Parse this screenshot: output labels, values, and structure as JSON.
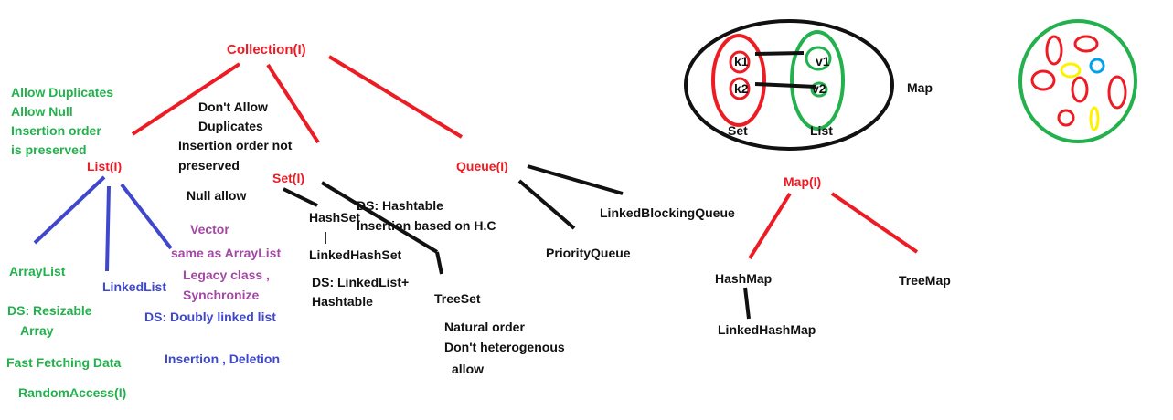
{
  "colors": {
    "red": "#ed1c24",
    "green": "#22b14c",
    "blue": "#3f48cc",
    "purple": "#a349a4",
    "black": "#000000",
    "yellow": "#fff200",
    "cyan": "#00a2e8"
  },
  "nodes": {
    "collection": "Collection(I)",
    "list": "List(I)",
    "set": "Set(I)",
    "queue": "Queue(I)",
    "map": "Map(I)"
  },
  "list_notes": [
    "Allow Duplicates",
    "Allow Null",
    "Insertion order",
    "is preserved"
  ],
  "set_notes": [
    "Don't Allow",
    "Duplicates",
    "Insertion order not",
    "preserved",
    "Null allow"
  ],
  "arraylist": {
    "name": "ArrayList",
    "ds": [
      "DS: Resizable",
      "Array"
    ],
    "fast": "Fast Fetching Data",
    "random": "RandomAccess(I)"
  },
  "linkedlist": {
    "name": "LinkedList",
    "ds": "DS: Doubly linked list",
    "ops": "Insertion , Deletion"
  },
  "vector": [
    "Vector",
    "same as ArrayList",
    "Legacy class ,",
    "Synchronize"
  ],
  "hashset": {
    "name": "HashSet",
    "ds": [
      "DS: Hashtable",
      "Insertion based on H.C"
    ]
  },
  "pipe": "|",
  "linkedhashset": {
    "name": "LinkedHashSet",
    "ds": [
      "DS: LinkedList+",
      "Hashtable"
    ]
  },
  "treeset": {
    "name": "TreeSet",
    "notes": [
      "Natural order",
      "Don't heterogenous",
      "allow"
    ]
  },
  "queues": {
    "priority": "PriorityQueue",
    "blocking": "LinkedBlockingQueue"
  },
  "maps": {
    "hashmap": "HashMap",
    "linkedhashmap": "LinkedHashMap",
    "treemap": "TreeMap"
  },
  "map_illustration": {
    "keys": [
      "k1",
      "k2"
    ],
    "values": [
      "v1",
      "v2"
    ],
    "set_label": "Set",
    "list_label": "List",
    "title": "Map"
  }
}
